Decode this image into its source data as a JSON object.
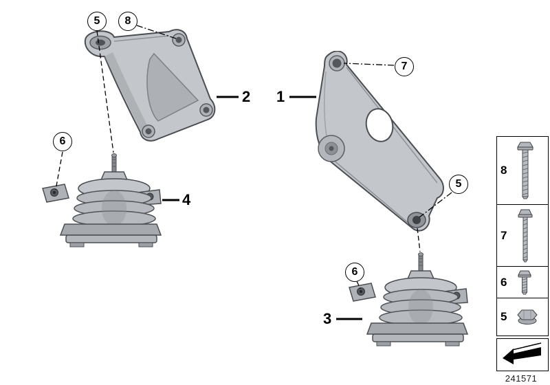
{
  "meta": {
    "doc_number": "241571"
  },
  "colors": {
    "background": "#ffffff",
    "line": "#000000",
    "part_fill": "#c3c7cb",
    "part_shade": "#9ca0a4",
    "part_stroke": "#4a4e53"
  },
  "callouts": {
    "c5_top": "5",
    "c8_top": "8",
    "c6_left": "6",
    "c7_right": "7",
    "c5_right": "5",
    "c6_bottom": "6"
  },
  "part_labels": {
    "p1": "1",
    "p2": "2",
    "p3": "3",
    "p4": "4"
  },
  "legend": {
    "items": [
      {
        "label": "8",
        "icon": "hex-flange-bolt-long-icon"
      },
      {
        "label": "7",
        "icon": "hex-flange-bolt-extra-long-icon"
      },
      {
        "label": "6",
        "icon": "hex-flange-bolt-short-icon"
      },
      {
        "label": "5",
        "icon": "hex-flange-nut-icon"
      }
    ],
    "direction_box_icon": "direction-arrow-icon"
  }
}
